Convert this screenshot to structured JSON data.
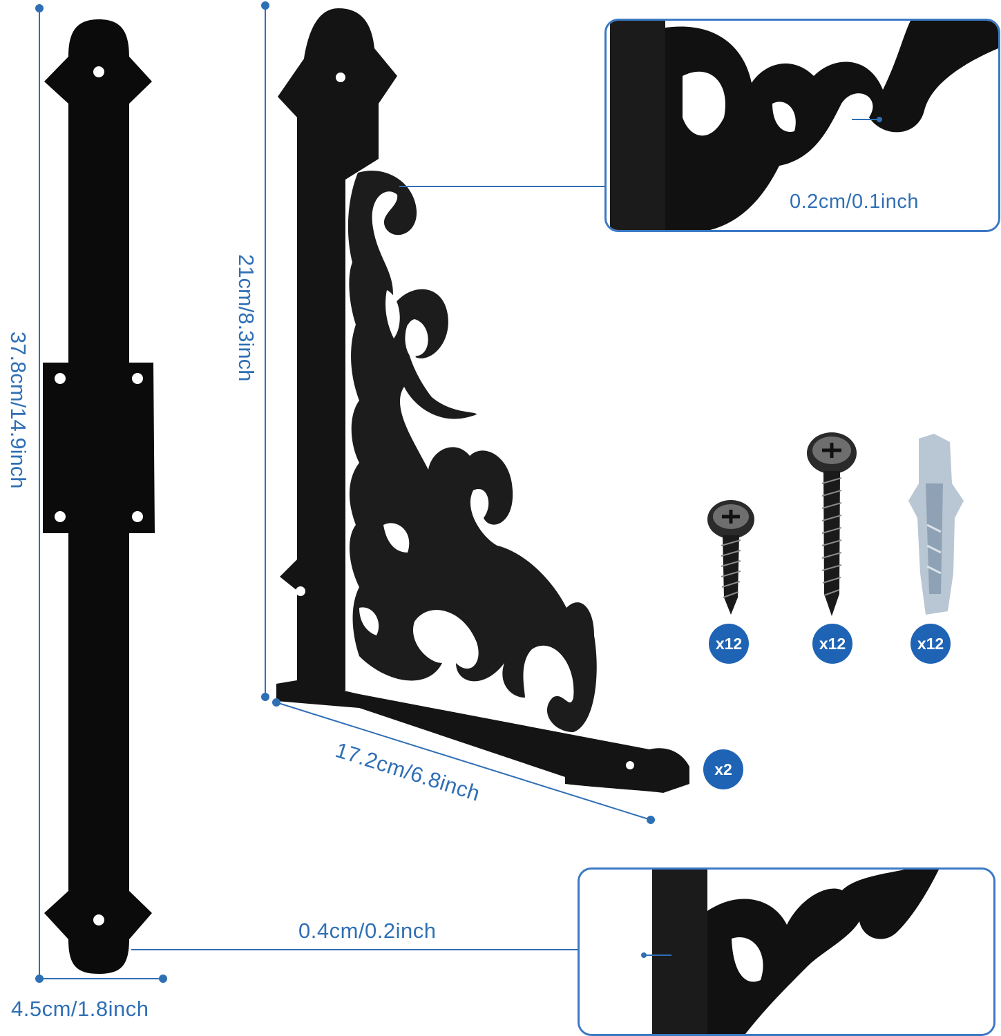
{
  "dimensions": {
    "strap_length": "37.8cm/14.9inch",
    "strap_width": "4.5cm/1.8inch",
    "bracket_height": "21cm/8.3inch",
    "bracket_depth": "17.2cm/6.8inch",
    "detail_top_thickness": "0.2cm/0.1inch",
    "detail_bottom_thickness": "0.4cm/0.2inch"
  },
  "quantities": {
    "bracket": "x2",
    "short_screw": "x12",
    "long_screw": "x12",
    "anchor": "x12"
  },
  "colors": {
    "accent": "#2f6fb5",
    "badge": "#1f64b4",
    "product": "#111111"
  }
}
